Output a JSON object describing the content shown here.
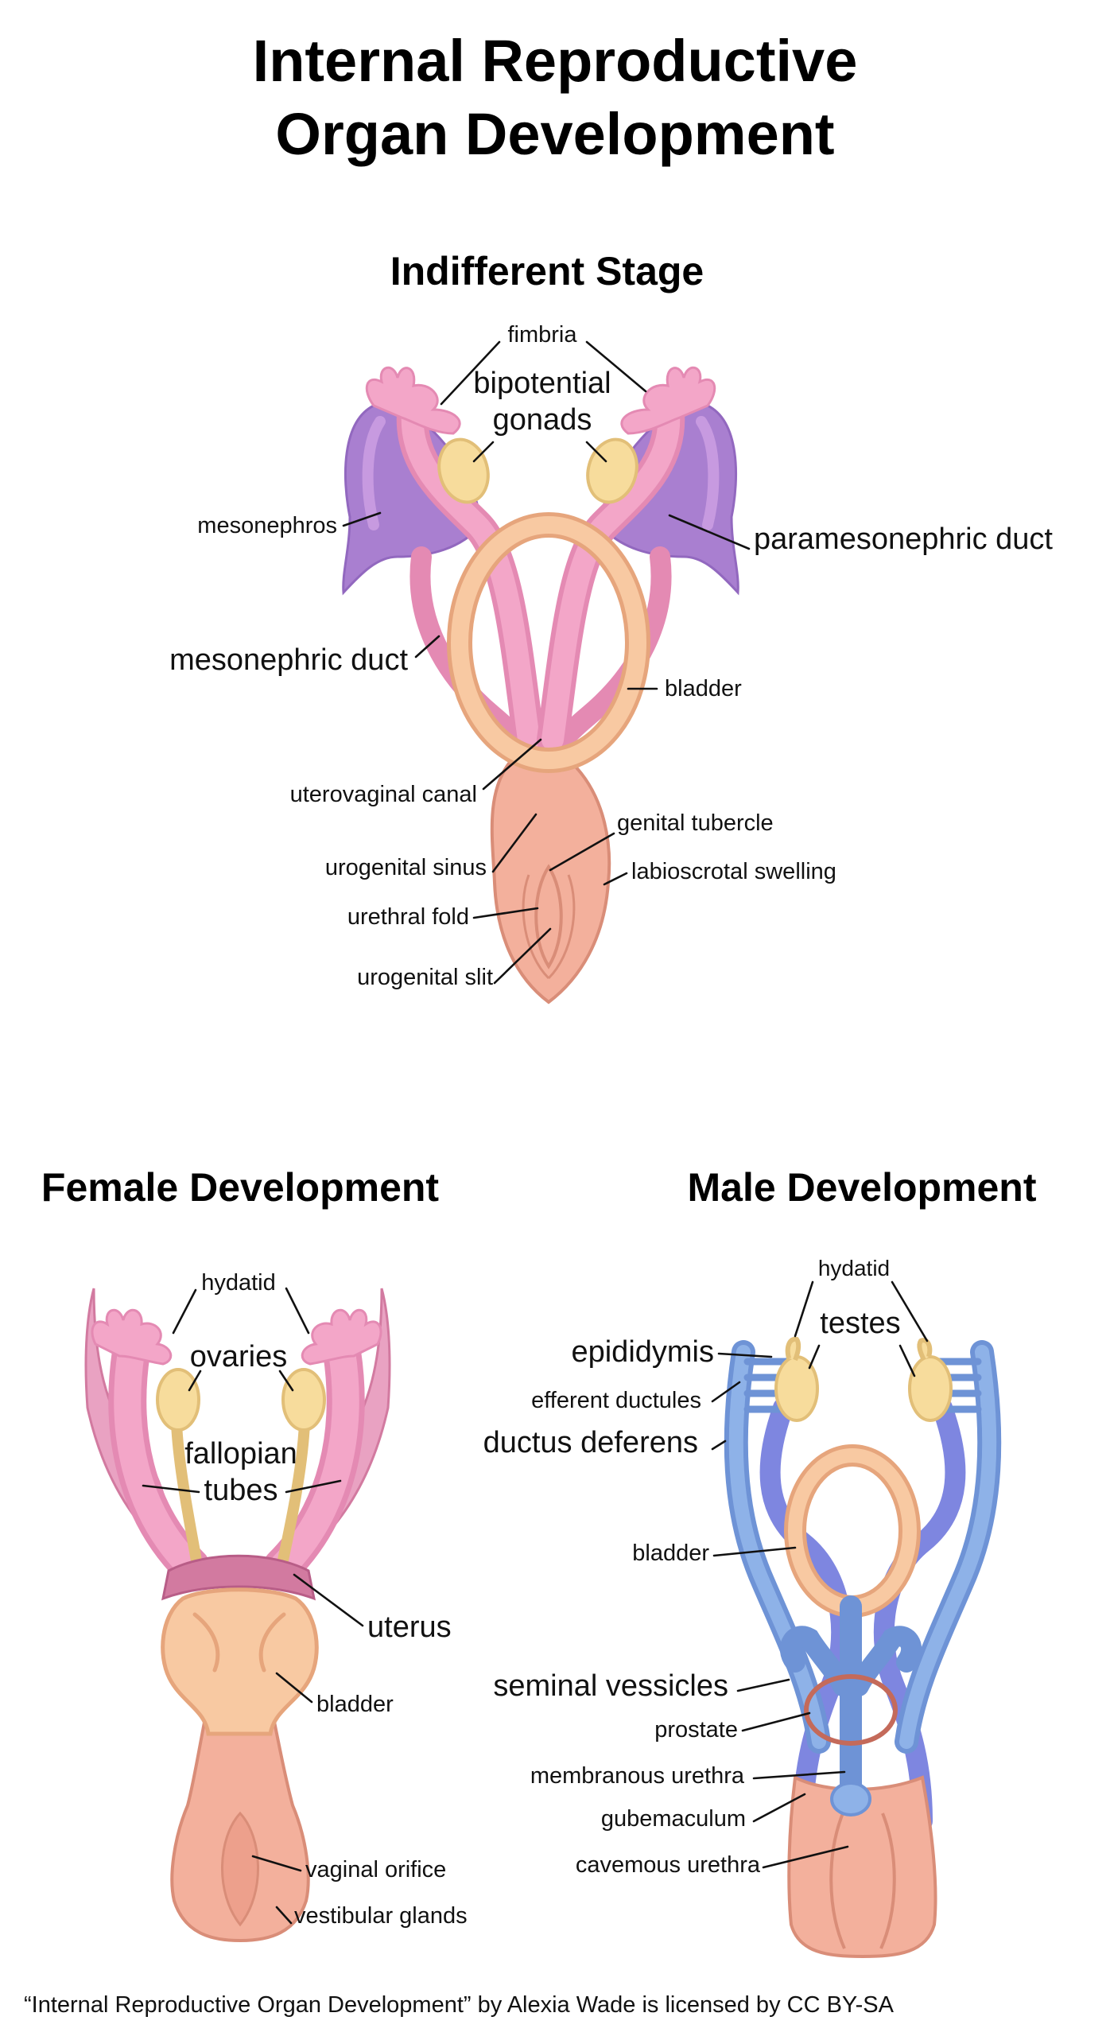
{
  "title": {
    "line1": "Internal Reproductive",
    "line2": "Organ Development"
  },
  "indifferent": {
    "heading": "Indifferent Stage",
    "labels": {
      "fimbria": "fimbria",
      "bipotential_line1": "bipotential",
      "bipotential_line2": "gonads",
      "mesonephros": "mesonephros",
      "paramesonephric_duct": "paramesonephric duct",
      "mesonephric_duct": "mesonephric duct",
      "bladder": "bladder",
      "uterovaginal_canal": "uterovaginal canal",
      "genital_tubercle": "genital tubercle",
      "urogenital_sinus": "urogenital sinus",
      "labioscrotal_swelling": "labioscrotal swelling",
      "urethral_fold": "urethral fold",
      "urogenital_slit": "urogenital slit"
    }
  },
  "female": {
    "heading": "Female Development",
    "labels": {
      "hydatid": "hydatid",
      "ovaries": "ovaries",
      "fallopian_line1": "fallopian",
      "fallopian_line2": "tubes",
      "uterus": "uterus",
      "bladder": "bladder",
      "vaginal_orifice": "vaginal orifice",
      "vestibular_glands": "vestibular glands"
    }
  },
  "male": {
    "heading": "Male Development",
    "labels": {
      "hydatid": "hydatid",
      "testes": "testes",
      "epididymis": "epididymis",
      "efferent_ductules": "efferent ductules",
      "ductus_deferens": "ductus deferens",
      "bladder": "bladder",
      "seminal_vessicles": "seminal vessicles",
      "prostate": "prostate",
      "membranous_urethra": "membranous urethra",
      "gubemaculum": "gubemaculum",
      "cavemous_urethra": "cavemous urethra"
    }
  },
  "credit": "“Internal Reproductive Organ Development” by Alexia Wade is licensed by CC BY-SA",
  "colors": {
    "pink": "#f3a6c8",
    "pink_dark": "#e48ab3",
    "purple": "#a97fd0",
    "purple_light": "#c79ae0",
    "cream": "#f7dc9c",
    "cream_dark": "#e2bf78",
    "peach": "#f8c9a2",
    "peach_dark": "#e6a57c",
    "salmon": "#f3b09c",
    "salmon_dark": "#d98d78",
    "blue": "#8eb2e8",
    "blue_dark": "#6e93d6",
    "indigo": "#7e86e0",
    "mauve": "#d27aa0",
    "prostate_ring": "#c46a5a"
  }
}
